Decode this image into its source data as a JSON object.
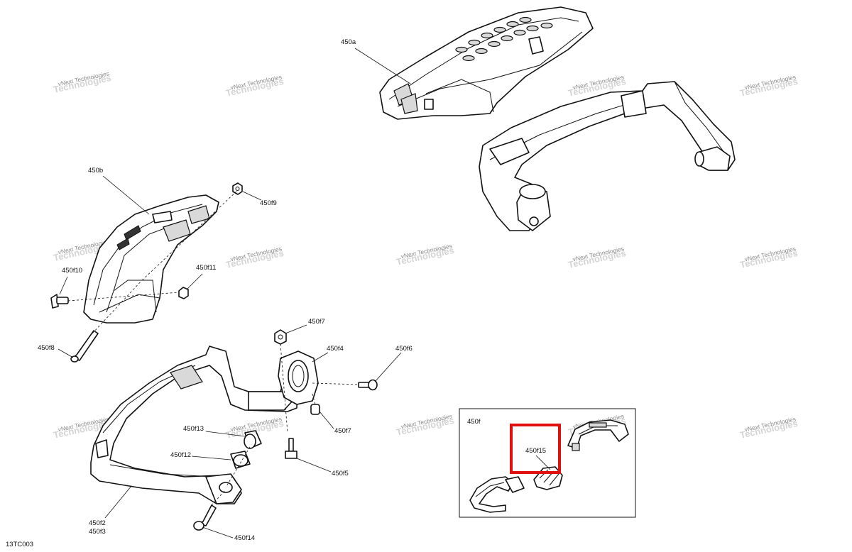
{
  "diagram_code": "13TC003",
  "watermark": {
    "line1": "vNext Technologies",
    "line2": "Technologies"
  },
  "callouts": {
    "450a": "450a",
    "450b": "450b",
    "450f9": "450f9",
    "450f10": "450f10",
    "450f11": "450f11",
    "450f8": "450f8",
    "450f7_top": "450f7",
    "450f4": "450f4",
    "450f6": "450f6",
    "450f7_bottom": "450f7",
    "450f13": "450f13",
    "450f12": "450f12",
    "450f5": "450f5",
    "450f2": "450f2",
    "450f3": "450f3",
    "450f14": "450f14",
    "450f": "450f",
    "450f15": "450f15"
  },
  "highlight_color": "#e01010"
}
